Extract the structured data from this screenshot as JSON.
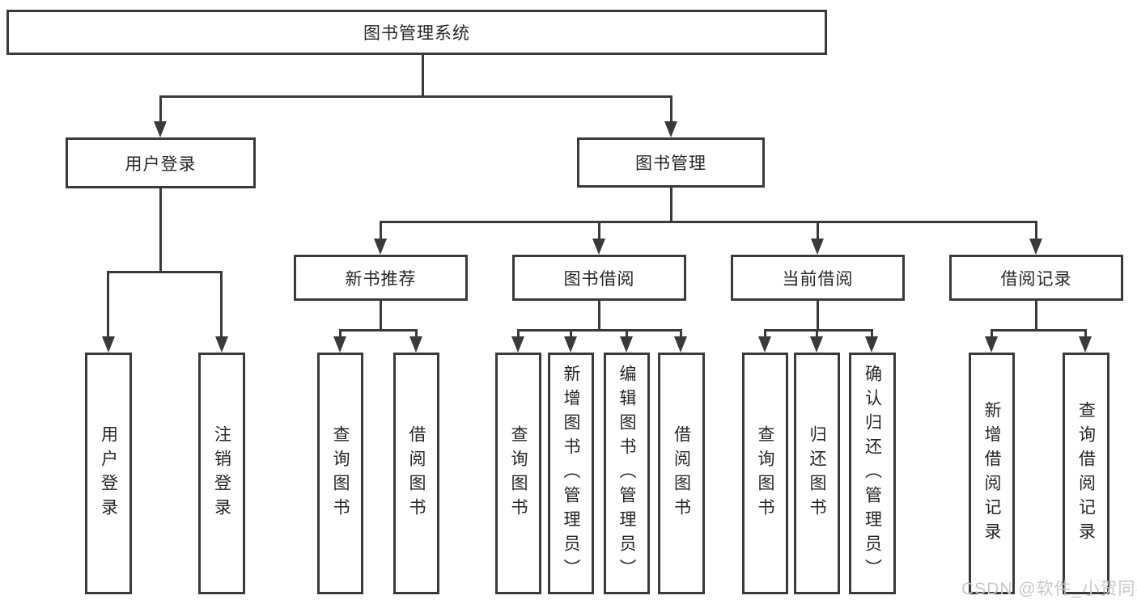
{
  "diagram": {
    "root": {
      "label": "图书管理系统"
    },
    "branches": [
      {
        "label": "用户登录",
        "children": [
          {
            "label": "用户登录"
          },
          {
            "label": "注销登录"
          }
        ]
      },
      {
        "label": "图书管理",
        "children": [
          {
            "label": "新书推荐",
            "children": [
              {
                "label": "查询图书"
              },
              {
                "label": "借阅图书"
              }
            ]
          },
          {
            "label": "图书借阅",
            "children": [
              {
                "label": "查询图书"
              },
              {
                "label": "新增图书（管理员）"
              },
              {
                "label": "编辑图书（管理员）"
              },
              {
                "label": "借阅图书"
              }
            ]
          },
          {
            "label": "当前借阅",
            "children": [
              {
                "label": "查询图书"
              },
              {
                "label": "归还图书"
              },
              {
                "label": "确认归还（管理员）"
              }
            ]
          },
          {
            "label": "借阅记录",
            "children": [
              {
                "label": "新增借阅记录"
              },
              {
                "label": "查询借阅记录"
              }
            ]
          }
        ]
      }
    ]
  },
  "watermark": {
    "text": "CSDN @软件_小贺同学"
  },
  "colors": {
    "line": "#3a3a3a",
    "text": "#262626",
    "node_background": "#ffffff",
    "page_background": "#ffffff",
    "watermark": "#c8c8c8"
  }
}
